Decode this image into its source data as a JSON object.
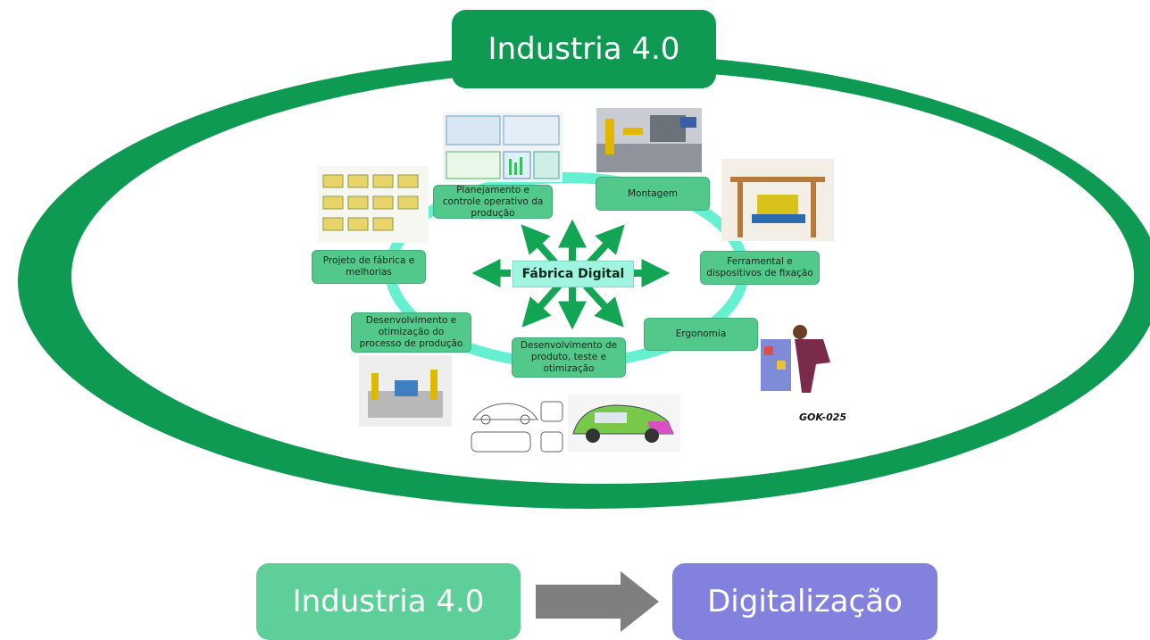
{
  "title": "Industria 4.0",
  "center": "Fábrica Digital",
  "nodes": {
    "planning": "Planejamento e controle operativo da produção",
    "assembly": "Montagem",
    "tooling": "Ferramental e dispositivos de fixação",
    "ergonomics": "Ergonomia",
    "product": "Desenvolvimento de produto, teste e otimização",
    "process": "Desenvolvimento e otimização do processo de produção",
    "factory": "Projeto de fábrica e melhorias"
  },
  "code_label": "GOK-025",
  "bottom": {
    "left": "Industria 4.0",
    "right": "Digitalização"
  },
  "colors": {
    "dark_green": "#0e9a52",
    "light_green": "#52c88a",
    "cycle_cyan": "#66f0d2",
    "bottom_green": "#5ecf99",
    "bottom_purple": "#8282de",
    "arrow_gray": "#7f7f7f"
  }
}
